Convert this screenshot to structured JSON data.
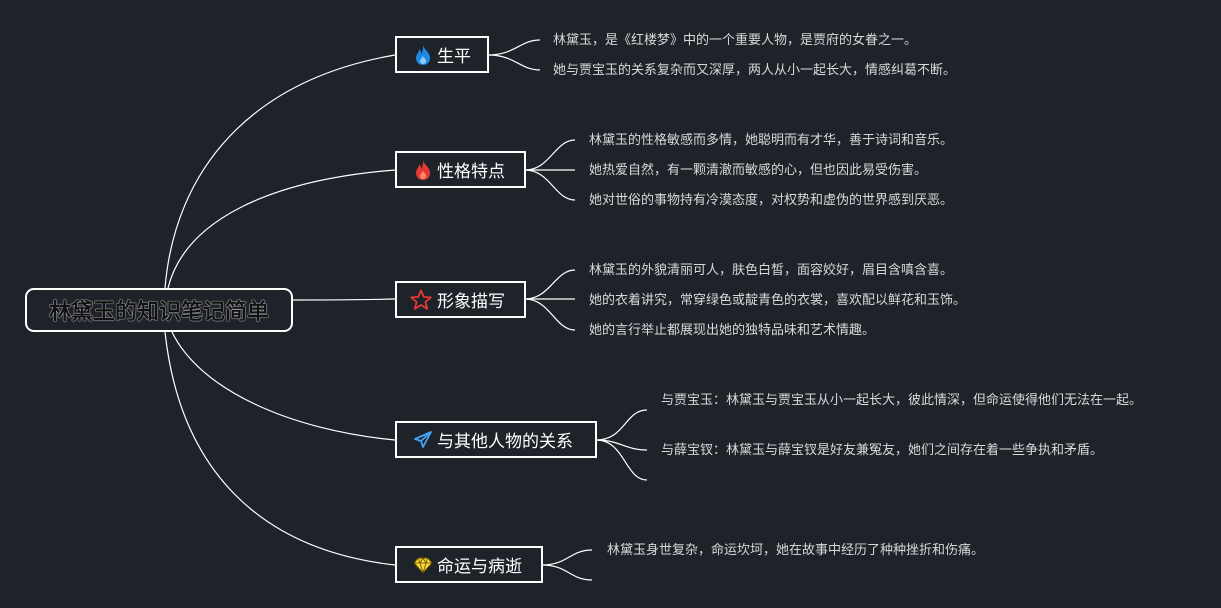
{
  "root": {
    "label": "林黛玉的知识笔记简单"
  },
  "branches": [
    {
      "icon": "fire-blue-icon",
      "label": "生平",
      "details": [
        "林黛玉，是《红楼梦》中的一个重要人物，是贾府的女眷之一。",
        "她与贾宝玉的关系复杂而又深厚，两人从小一起长大，情感纠葛不断。"
      ]
    },
    {
      "icon": "fire-red-icon",
      "label": "性格特点",
      "details": [
        "林黛玉的性格敏感而多情，她聪明而有才华，善于诗词和音乐。",
        "她热爱自然，有一颗清澈而敏感的心，但也因此易受伤害。",
        "她对世俗的事物持有冷漠态度，对权势和虚伪的世界感到厌恶。"
      ]
    },
    {
      "icon": "star-outline-icon",
      "label": "形象描写",
      "details": [
        "林黛玉的外貌清丽可人，肤色白皙，面容姣好，眉目含嗔含喜。",
        "她的衣着讲究，常穿绿色或靛青色的衣裳，喜欢配以鲜花和玉饰。",
        "她的言行举止都展现出她的独特品味和艺术情趣。"
      ]
    },
    {
      "icon": "paper-plane-icon",
      "label": "与其他人物的关系",
      "details": [
        "与贾宝玉：林黛玉与贾宝玉从小一起长大，彼此情深，但命运使得他们无法在一起。",
        "与薛宝钗：林黛玉与薛宝钗是好友兼冤友，她们之间存在着一些争执和矛盾。"
      ]
    },
    {
      "icon": "diamond-icon",
      "label": "命运与病逝",
      "details": [
        "林黛玉身世复杂，命运坎坷，她在故事中经历了种种挫折和伤痛。"
      ]
    }
  ],
  "colors": {
    "background": "#1e2229",
    "line": "#ffffff",
    "fire_blue": "#1e88e5",
    "fire_red": "#e53935",
    "star_red": "#e53935",
    "plane_blue": "#42a5f5",
    "diamond_yellow": "#fdd835"
  }
}
